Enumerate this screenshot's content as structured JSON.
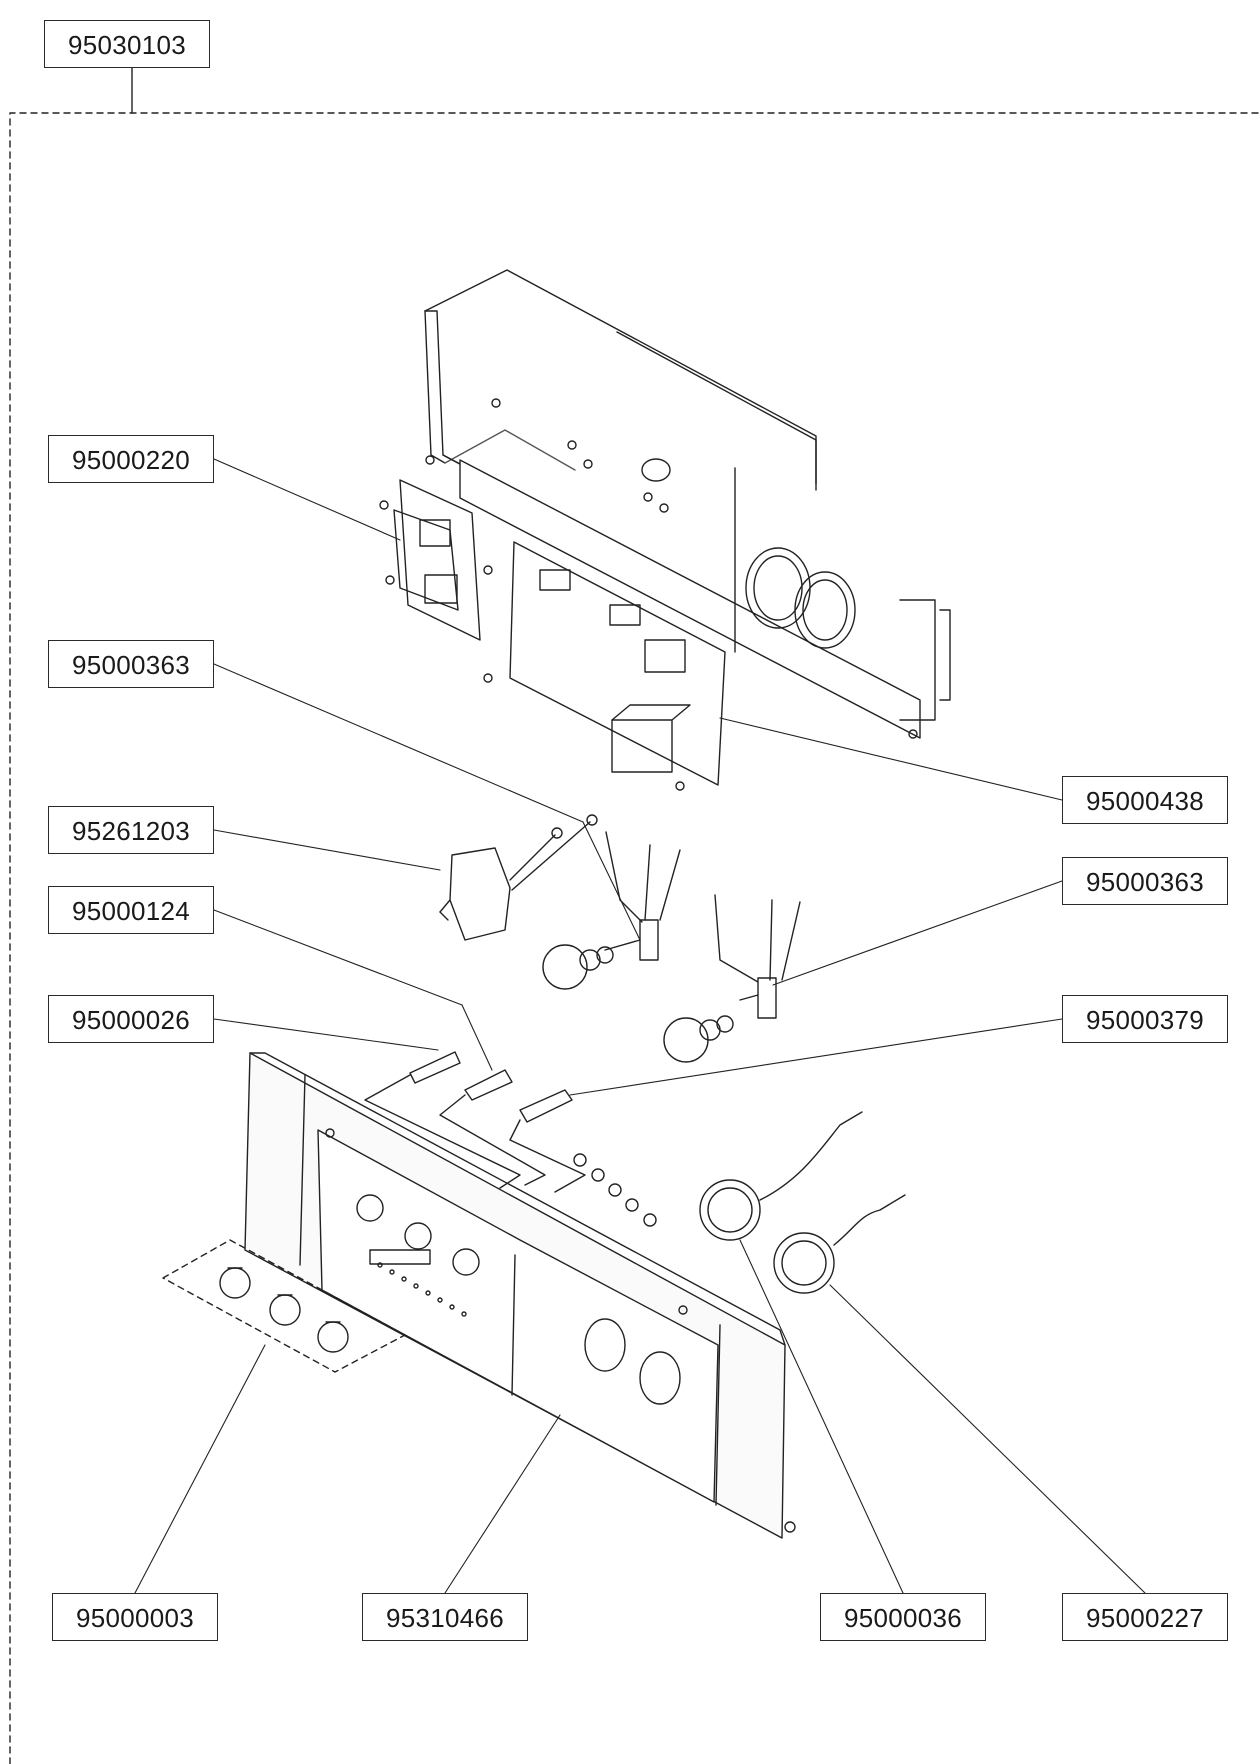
{
  "assembly": {
    "part_number": "95030103"
  },
  "parts": {
    "control_board_small": "95000220",
    "thermostat_a": "95000363",
    "control_board_main": "95000438",
    "switch": "95261203",
    "thermostat_b": "95000363",
    "lamp_holder": "95000124",
    "neon_indicator": "95000026",
    "lamp_holder_b": "95000379",
    "knob_set": "95000003",
    "control_panel": "95310466",
    "thermometer": "95000036",
    "thermometer_b": "95000227"
  }
}
